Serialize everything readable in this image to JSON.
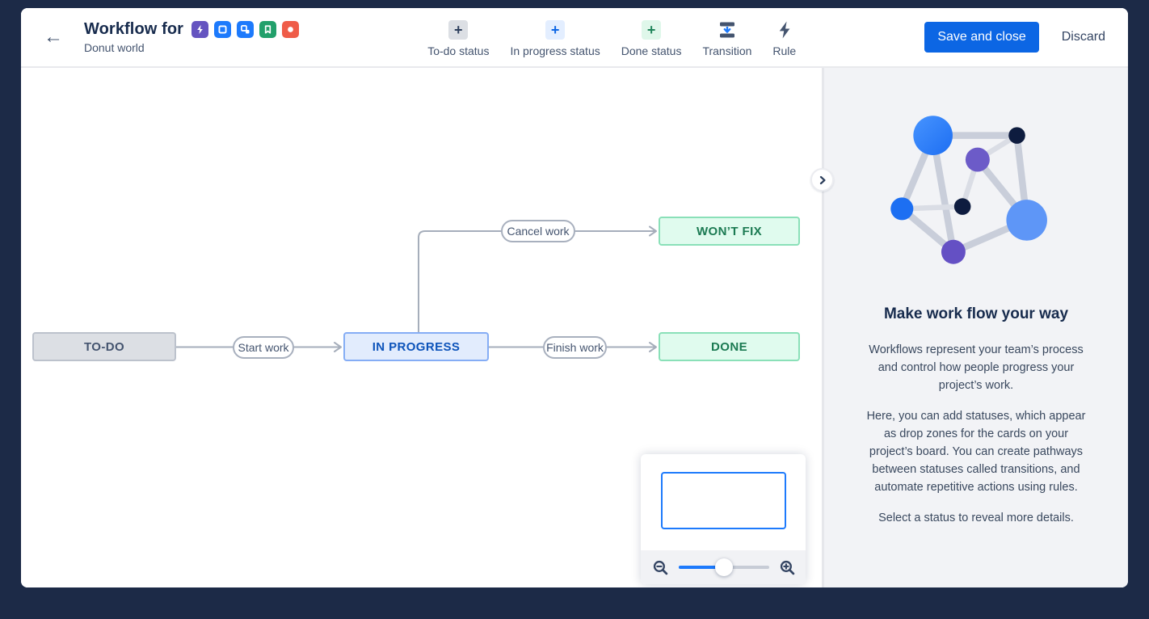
{
  "glyphs": {
    "back_arrow": "←",
    "plus": "+"
  },
  "header": {
    "title": "Workflow for",
    "subtitle": "Donut world",
    "issue_badges": [
      {
        "name": "bolt",
        "color": "#6554C0"
      },
      {
        "name": "square",
        "color": "#1D7AFC"
      },
      {
        "name": "subtask",
        "color": "#1D7AFC"
      },
      {
        "name": "bookmark",
        "color": "#22A06B"
      },
      {
        "name": "circle",
        "color": "#EF5C48"
      }
    ],
    "save_button": "Save and close",
    "discard_button": "Discard"
  },
  "toolbar": {
    "items": [
      {
        "label": "To-do status",
        "category": "todo"
      },
      {
        "label": "In progress status",
        "category": "in-progress"
      },
      {
        "label": "Done status",
        "category": "done"
      },
      {
        "label": "Transition",
        "category": "transition"
      },
      {
        "label": "Rule",
        "category": "rule"
      }
    ]
  },
  "workflow": {
    "statuses": [
      {
        "label": "TO-DO",
        "category": "todo"
      },
      {
        "label": "IN PROGRESS",
        "category": "in-progress"
      },
      {
        "label": "DONE",
        "category": "done"
      },
      {
        "label": "WON’T FIX",
        "category": "done"
      }
    ],
    "transitions": [
      {
        "label": "Start work",
        "from": "TO-DO",
        "to": "IN PROGRESS"
      },
      {
        "label": "Finish work",
        "from": "IN PROGRESS",
        "to": "DONE"
      },
      {
        "label": "Cancel work",
        "from": "IN PROGRESS",
        "to": "WON’T FIX"
      }
    ]
  },
  "minimap": {
    "slider_position": 0.5
  },
  "panel": {
    "heading": "Make work flow your way",
    "paragraphs": [
      "Workflows represent your team’s process and control how people progress your project’s work.",
      "Here, you can add statuses, which appear as drop zones for the cards on your project’s board. You can create pathways between statuses called transitions, and automate repetitive actions using rules.",
      "Select a status to reveal more details."
    ]
  },
  "colors": {
    "accent_blue": "#0C66E4",
    "edge_gray": "#A6AEBB",
    "todo_bg": "#DCDFE4",
    "inprogress_bg": "#E2ECFD",
    "inprogress_border": "#85ADF5",
    "done_bg": "#E0FBEE",
    "done_border": "#8AE0B8",
    "panel_bg": "#F2F3F6",
    "outer_bg": "#1C2A47",
    "minimap_viewport_border": "#1D7AFC"
  }
}
